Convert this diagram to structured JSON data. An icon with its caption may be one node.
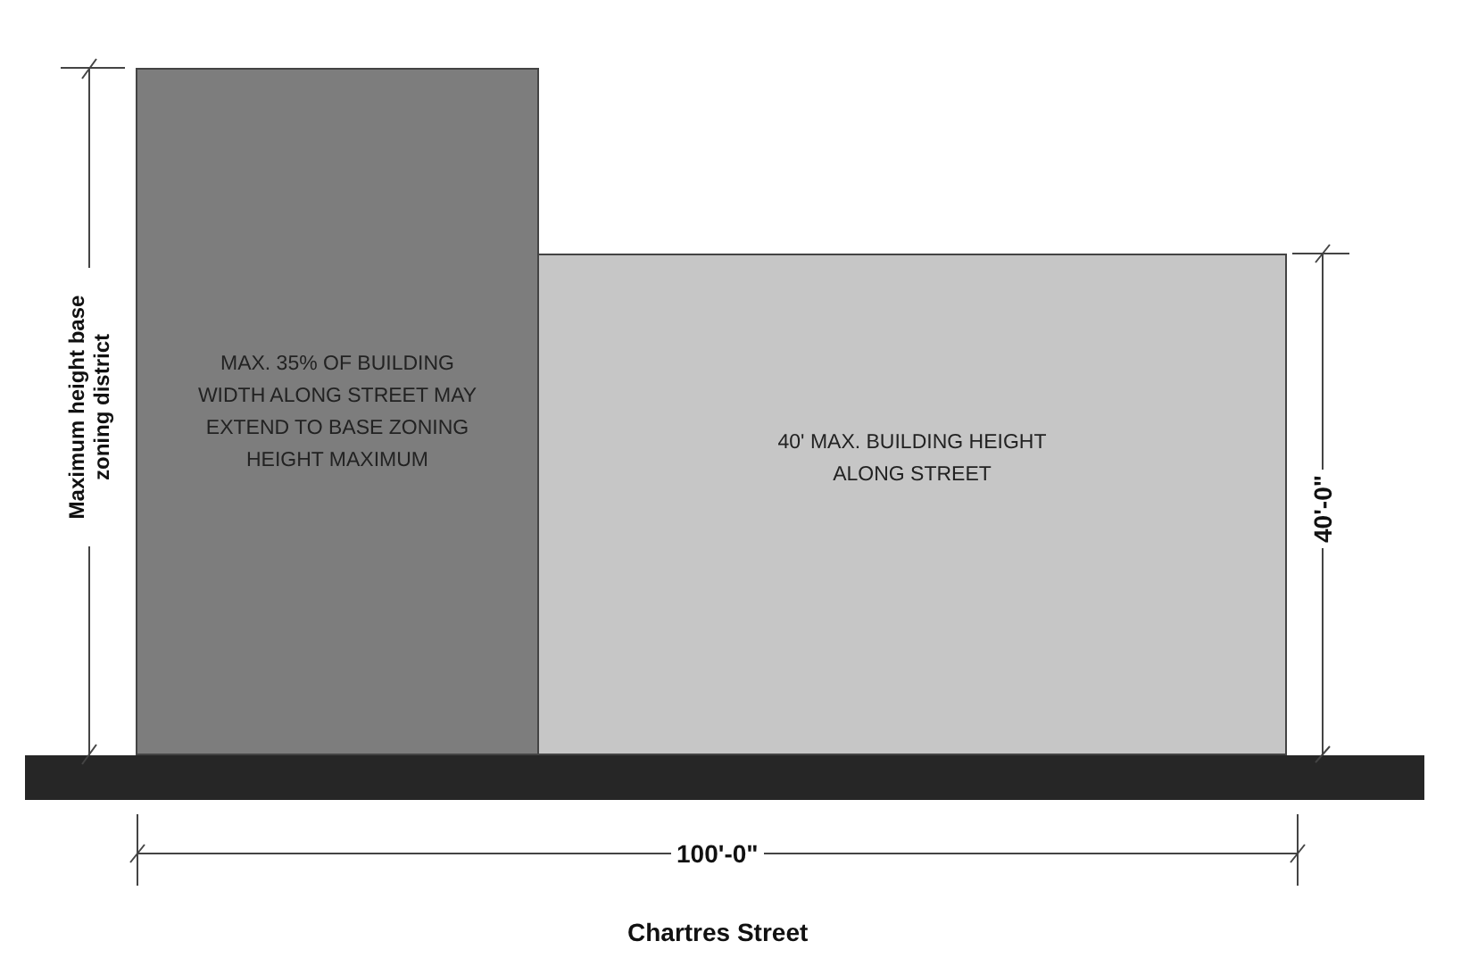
{
  "diagram": {
    "nodes": [
      {
        "text": [
          "MAX. 35% OF BUILDING WIDTH ALONG STREET MAY EXTEND TO BASE ZONING HEIGHT MAXIMUM"
        ]
      },
      {
        "text": [
          "40' MAX. BUILDING HEIGHT ALONG STREET"
        ]
      }
    ],
    "labels": [
      "Maximum height base zoning district",
      "40'-0\"",
      "100'-0\"",
      "Chartres Street"
    ]
  }
}
